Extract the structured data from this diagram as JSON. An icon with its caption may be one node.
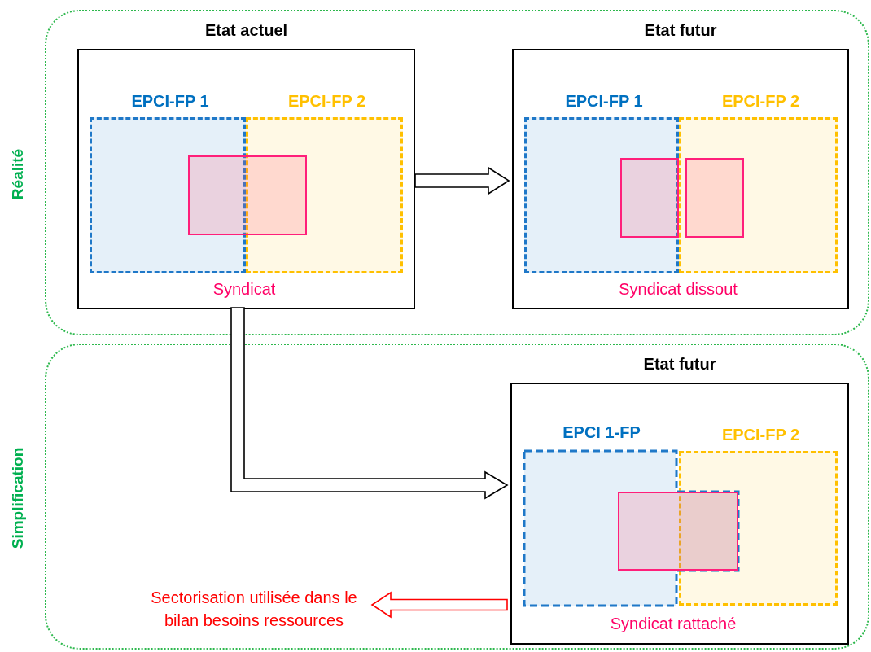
{
  "diagram": {
    "nodes": [
      {
        "text": [
          "Réalité"
        ]
      },
      {
        "text": [
          "Etat actuel"
        ],
        "in": 0
      },
      {
        "text": [
          "EPCI-FP 1"
        ],
        "in": 1
      },
      {
        "text": [
          "EPCI-FP 2"
        ],
        "in": 1
      },
      {
        "text": [],
        "shape": "box",
        "in": 1
      },
      {
        "text": [
          "Etat futur"
        ],
        "in": 0
      },
      {
        "text": [
          "EPCI-FP 1"
        ],
        "in": 5
      },
      {
        "text": [
          "EPCI-FP 2"
        ],
        "in": 5
      },
      {
        "text": [],
        "shape": "box",
        "in": 6
      },
      {
        "text": [],
        "shape": "box",
        "in": 7
      },
      {
        "text": [
          "Simplification"
        ]
      },
      {
        "text": [
          "Etat futur"
        ],
        "in": 10
      },
      {
        "text": [
          "EPCI 1-FP"
        ],
        "in": 11
      },
      {
        "text": [
          "EPCI-FP 2"
        ],
        "in": 11
      },
      {
        "text": [],
        "shape": "box",
        "in": 12
      },
      {
        "text": [
          "Sectorisation utilisée dans le bilan besoins ressources"
        ],
        "in": 10
      }
    ],
    "edges": [
      {
        "from": 1,
        "to": 5,
        "arrow": "to"
      },
      {
        "from": 1,
        "to": 11,
        "arrow": "to"
      },
      {
        "from": 11,
        "to": 15,
        "arrow": "to",
        "color": "#ff0000"
      }
    ],
    "labels": [
      "Syndicat",
      "Syndicat dissout",
      "Syndicat rattaché"
    ]
  }
}
